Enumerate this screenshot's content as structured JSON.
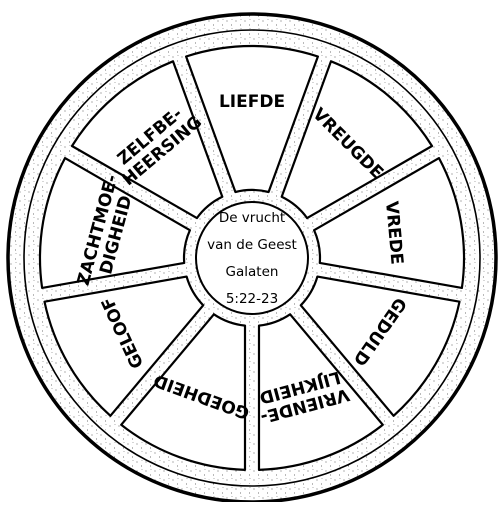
{
  "center": {
    "lines": [
      "De vrucht",
      "van de Geest",
      "Galaten",
      "5:22-23"
    ]
  },
  "segments": [
    {
      "lines": [
        "LIEFDE"
      ]
    },
    {
      "lines": [
        "VREUGDE"
      ]
    },
    {
      "lines": [
        "VREDE"
      ]
    },
    {
      "lines": [
        "GEDULD"
      ]
    },
    {
      "lines": [
        "VRIENDE-",
        "LIJKHEID"
      ]
    },
    {
      "lines": [
        "GOEDHEID"
      ]
    },
    {
      "lines": [
        "GELOOF"
      ]
    },
    {
      "lines": [
        "ZACHTMOE-",
        "DIGHEID"
      ]
    },
    {
      "lines": [
        "ZELFBE-",
        "HEERSING"
      ]
    }
  ],
  "colors": {
    "stroke": "#000000",
    "fill": "#ffffff",
    "stipple": "#444444"
  }
}
